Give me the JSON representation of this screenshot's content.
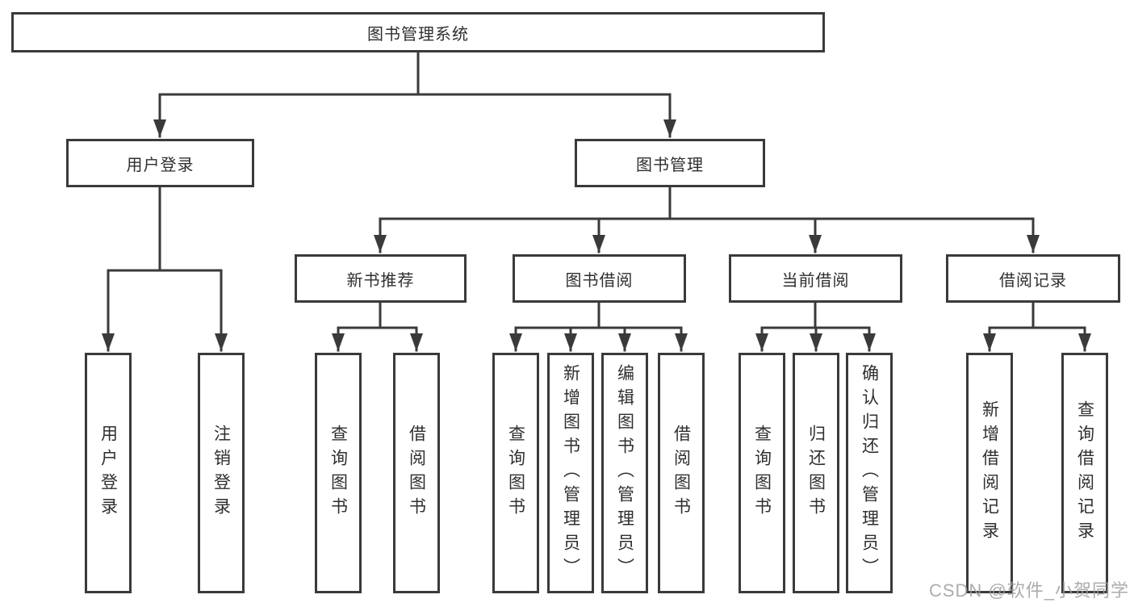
{
  "colors": {
    "line": "#3a3a3a",
    "text": "#2f2f2f",
    "box_background": "#ffffff",
    "watermark": "#9e9e9e"
  },
  "nodes": {
    "root": "图书管理系统",
    "level2": [
      "用户登录",
      "图书管理"
    ],
    "level3": [
      "新书推荐",
      "图书借阅",
      "当前借阅",
      "借阅记录"
    ],
    "leaves": [
      "用户登录",
      "注销登录",
      "查询图书",
      "借阅图书",
      "查询图书",
      "新增图书（管理员）",
      "编辑图书（管理员）",
      "借阅图书",
      "查询图书",
      "归还图书",
      "确认归还（管理员）",
      "新增借阅记录",
      "查询借阅记录"
    ]
  },
  "watermark": "CSDN @软件_小贺同学"
}
